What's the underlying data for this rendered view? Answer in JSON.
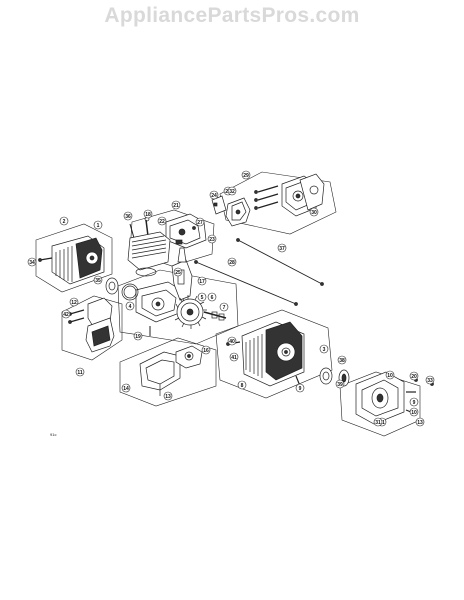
{
  "watermark": {
    "text": "AppliancePartsPros.com"
  },
  "footer_label": "91c",
  "colors": {
    "line": "#222222",
    "fill": "#ffffff",
    "dark": "#333333",
    "watermark": "#d9d9d9"
  },
  "callouts": [
    {
      "id": "c1",
      "num": "1"
    },
    {
      "id": "c2",
      "num": "2"
    },
    {
      "id": "c3",
      "num": "3"
    },
    {
      "id": "c4",
      "num": "4"
    },
    {
      "id": "c5",
      "num": "5"
    },
    {
      "id": "c6",
      "num": "6"
    },
    {
      "id": "c7",
      "num": "7"
    },
    {
      "id": "c8",
      "num": "8"
    },
    {
      "id": "c9",
      "num": "9"
    },
    {
      "id": "c9b",
      "num": "9"
    },
    {
      "id": "c10",
      "num": "10"
    },
    {
      "id": "c10b",
      "num": "10"
    },
    {
      "id": "c11",
      "num": "11"
    },
    {
      "id": "c12",
      "num": "12"
    },
    {
      "id": "c13",
      "num": "13"
    },
    {
      "id": "c13b",
      "num": "13"
    },
    {
      "id": "c14",
      "num": "14"
    },
    {
      "id": "c16",
      "num": "16"
    },
    {
      "id": "c17",
      "num": "17"
    },
    {
      "id": "c18",
      "num": "18"
    },
    {
      "id": "c19",
      "num": "19"
    },
    {
      "id": "c20",
      "num": "20"
    },
    {
      "id": "c21",
      "num": "21"
    },
    {
      "id": "c21b",
      "num": "21"
    },
    {
      "id": "c22",
      "num": "22"
    },
    {
      "id": "c23",
      "num": "23"
    },
    {
      "id": "c24",
      "num": "24"
    },
    {
      "id": "c25",
      "num": "25"
    },
    {
      "id": "c26",
      "num": "26"
    },
    {
      "id": "c27",
      "num": "27"
    },
    {
      "id": "c28",
      "num": "28"
    },
    {
      "id": "c29",
      "num": "29"
    },
    {
      "id": "c30",
      "num": "30"
    },
    {
      "id": "c31",
      "num": "31"
    },
    {
      "id": "c32",
      "num": "32"
    },
    {
      "id": "c33",
      "num": "33"
    },
    {
      "id": "c34",
      "num": "34"
    },
    {
      "id": "c35",
      "num": "35"
    },
    {
      "id": "c36",
      "num": "36"
    },
    {
      "id": "c37",
      "num": "37"
    },
    {
      "id": "c38",
      "num": "38"
    },
    {
      "id": "c39",
      "num": "39"
    },
    {
      "id": "c40",
      "num": "40"
    },
    {
      "id": "c41",
      "num": "41"
    },
    {
      "id": "c42",
      "num": "42"
    }
  ]
}
